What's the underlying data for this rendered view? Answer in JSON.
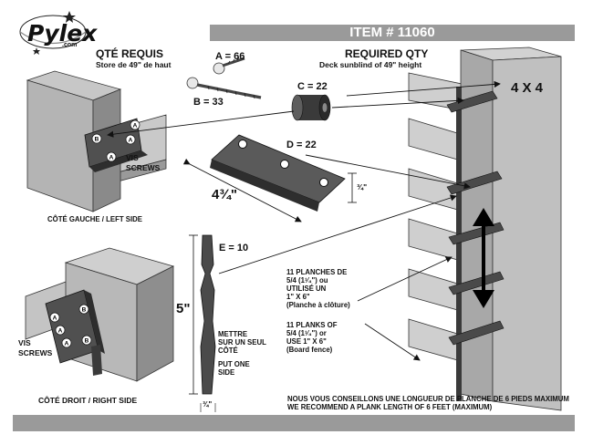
{
  "brand": {
    "name": "Pylex",
    "suffix": ".com"
  },
  "header": {
    "title": "ITEM # 11060"
  },
  "qte": {
    "title": "QTÉ REQUIS",
    "subtitle": "Store de 49\" de haut"
  },
  "required": {
    "title": "REQUIRED QTY",
    "subtitle": "Deck sunblind of 49\" height"
  },
  "parts": {
    "a": "A = 66",
    "b": "B = 33",
    "c": "C = 22",
    "d": "D = 22",
    "e": "E = 10"
  },
  "dimensions": {
    "d_length": "4¾\"",
    "d_width": "¾\"",
    "e_length": "5\"",
    "e_width": "¾\""
  },
  "post": {
    "label": "4 X 4"
  },
  "left_detail": {
    "screws": [
      "VIS",
      "SCREWS"
    ],
    "caption": "CÔTÉ GAUCHE / LEFT SIDE",
    "markers": [
      "B",
      "A",
      "A",
      "A"
    ]
  },
  "right_detail": {
    "screws": [
      "VIS",
      "SCREWS"
    ],
    "caption": "CÔTÉ DROIT / RIGHT SIDE",
    "markers": [
      "B",
      "A",
      "A",
      "A",
      "B"
    ]
  },
  "e_note": {
    "fr": [
      "METTRE",
      "SUR UN SEUL",
      "CÔTÉ"
    ],
    "en": [
      "PUT ONE",
      "SIDE"
    ]
  },
  "planks_note": {
    "fr": [
      "11 PLANCHES DE",
      "5/4 (1¹⁄₄\") ou",
      "UTILISÉ UN",
      "1\" X 6\"",
      "(Planche à clôture)"
    ],
    "en": [
      "11 PLANKS OF",
      "5/4 (1¹⁄₄\") or",
      "USE 1\" X 6\"",
      "(Board fence)"
    ]
  },
  "recommendation": {
    "fr": "NOUS VOUS CONSEILLONS UNE LONGUEUR DE PLANCHE DE 6 PIEDS MAXIMUM",
    "en": "WE RECOMMEND A PLANK LENGTH OF 6 FEET (MAXIMUM)"
  }
}
